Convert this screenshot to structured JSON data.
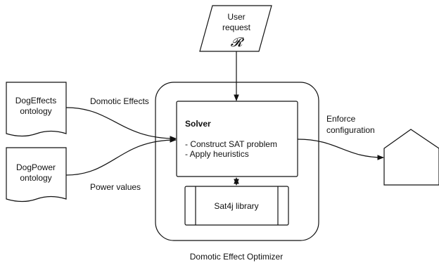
{
  "user_request": {
    "line1": "User",
    "line2": "request",
    "symbol": "𝓡"
  },
  "dog_effects": {
    "line1": "DogEffects",
    "line2": "ontology"
  },
  "dog_power": {
    "line1": "DogPower",
    "line2": "ontology"
  },
  "solver": {
    "title": "Solver",
    "item1": "- Construct SAT problem",
    "item2": "- Apply heuristics"
  },
  "library": {
    "label": "Sat4j library"
  },
  "edges": {
    "domotic_effects": "Domotic Effects",
    "power_values": "Power values",
    "enforce_line1": "Enforce",
    "enforce_line2": "configuration"
  },
  "optimizer": {
    "label": "Domotic Effect Optimizer"
  },
  "colors": {
    "stroke": "#111111",
    "fill": "#ffffff"
  }
}
